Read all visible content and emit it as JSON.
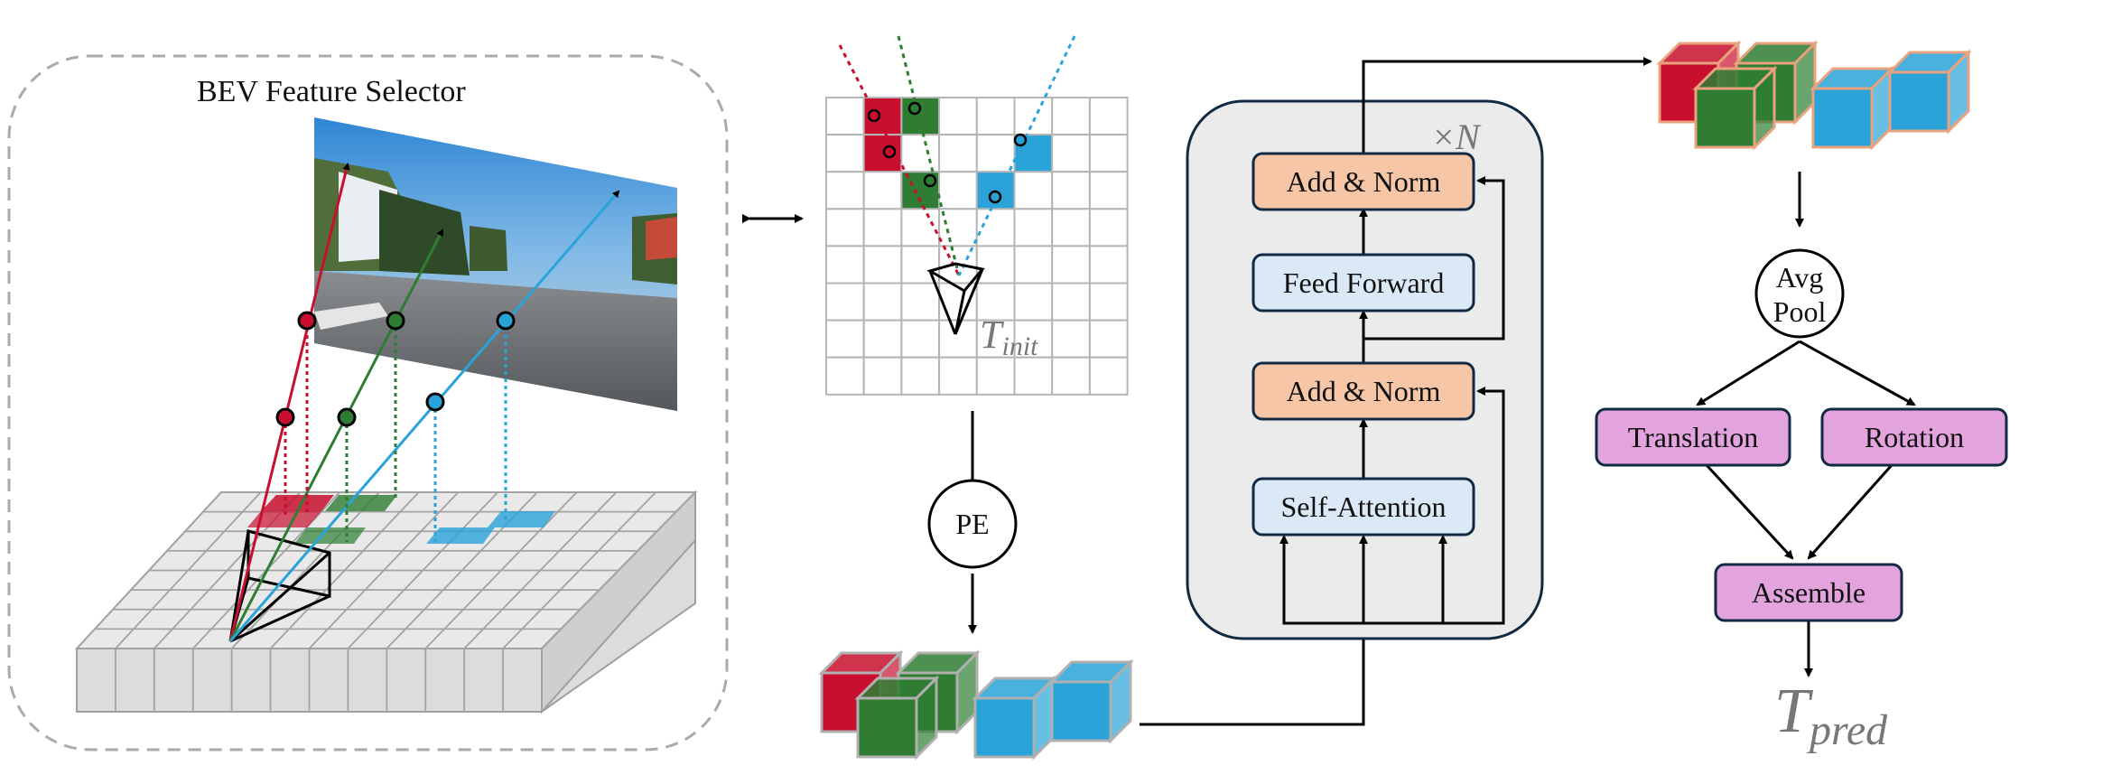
{
  "colors": {
    "red": "#c8102e",
    "green": "#2e7d32",
    "blue": "#29a3d8",
    "orange_box": "#f7c6a7",
    "blue_box": "#dbe9f7",
    "pink_box": "#e3a3dc",
    "panel_gray": "#ebebeb"
  },
  "selector": {
    "title": "BEV Feature Selector"
  },
  "camera_grid": {
    "pose_label_base": "T",
    "pose_label_sub": "init"
  },
  "pe": {
    "label": "PE"
  },
  "transformer": {
    "repeat": "×N",
    "add_norm_top": "Add & Norm",
    "feed_forward": "Feed Forward",
    "add_norm_bottom": "Add & Norm",
    "self_attention": "Self-Attention"
  },
  "head": {
    "avg_pool_line1": "Avg",
    "avg_pool_line2": "Pool",
    "translation": "Translation",
    "rotation": "Rotation",
    "assemble": "Assemble",
    "output_base": "T",
    "output_sub": "pred"
  },
  "icons": [
    "double-arrow-icon",
    "camera-frustum-icon",
    "feature-cube-icon"
  ]
}
